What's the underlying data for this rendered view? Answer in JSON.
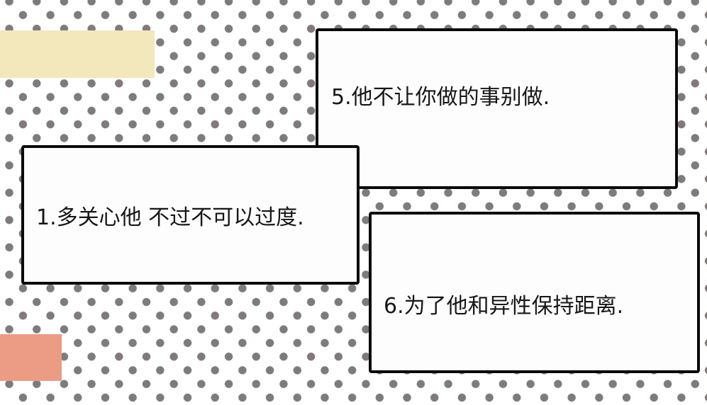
{
  "colors": {
    "dot": "#7f7b7b",
    "background": "#ffffff",
    "accent_yellow": "#f3e7bc",
    "accent_salmon": "#ec9c85",
    "card_border": "#0a0a0a",
    "card_fill": "#fdfdfd",
    "text": "#161616"
  },
  "cards": [
    {
      "id": "card-5",
      "text": "5.他不让你做的事别做."
    },
    {
      "id": "card-1",
      "text": "1.多关心他 不过不可以过度."
    },
    {
      "id": "card-6",
      "text": "6.为了他和异性保持距离."
    }
  ]
}
